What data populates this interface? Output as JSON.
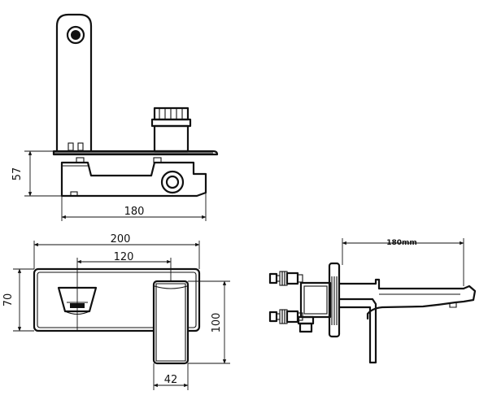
{
  "dimensions": {
    "side_view": {
      "height": "57",
      "length": "180"
    },
    "front_view": {
      "plate_width": "200",
      "spout_to_handle": "120",
      "plate_height": "70",
      "handle_height": "100",
      "handle_width": "42"
    },
    "top_view": {
      "projection": "180mm"
    }
  },
  "colors": {
    "line": "#111111",
    "background": "#ffffff"
  }
}
